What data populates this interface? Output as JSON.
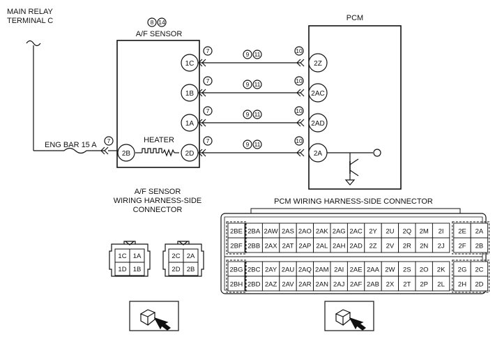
{
  "labels": {
    "main_relay_line1": "MAIN RELAY",
    "main_relay_line2": "TERMINAL C",
    "af_sensor_title": "A/F SENSOR",
    "pcm_title": "PCM",
    "fuse": "ENG BAR 15 A",
    "heater": "HEATER",
    "af_conn_line1": "A/F SENSOR",
    "af_conn_line2": "WIRING HARNESS-SIDE",
    "af_conn_line3": "CONNECTOR",
    "pcm_conn_title": "PCM WIRING HARNESS-SIDE CONNECTOR"
  },
  "circled_refs": {
    "af_title": [
      "8",
      "14"
    ],
    "sensor_side": "7",
    "wire": [
      "9",
      "11"
    ],
    "pcm_side": "10",
    "fuse": "7"
  },
  "sensor_pins": [
    "1C",
    "1B",
    "1A",
    "2D"
  ],
  "heater_pin": "2B",
  "pcm_pins": [
    "2Z",
    "2AC",
    "2AD",
    "2A"
  ],
  "af_connectors": [
    [
      [
        "1C",
        "1A"
      ],
      [
        "1D",
        "1B"
      ]
    ],
    [
      [
        "2C",
        "2A"
      ],
      [
        "2D",
        "2B"
      ]
    ]
  ],
  "pcm_connector": {
    "upper_left": [
      "2BE",
      "2BF"
    ],
    "upper_main": [
      [
        "2BA",
        "2AW",
        "2AS",
        "2AO",
        "2AK",
        "2AG",
        "2AC",
        "2Y",
        "2U",
        "2Q",
        "2M",
        "2I"
      ],
      [
        "2BB",
        "2AX",
        "2AT",
        "2AP",
        "2AL",
        "2AH",
        "2AD",
        "2Z",
        "2V",
        "2R",
        "2N",
        "2J"
      ]
    ],
    "upper_right": [
      [
        "2E",
        "2A"
      ],
      [
        "2F",
        "2B"
      ]
    ],
    "lower_left": [
      "2BG",
      "2BH"
    ],
    "lower_main": [
      [
        "2BC",
        "2AY",
        "2AU",
        "2AQ",
        "2AM",
        "2AI",
        "2AE",
        "2AA",
        "2W",
        "2S",
        "2O",
        "2K"
      ],
      [
        "2BD",
        "2AZ",
        "2AV",
        "2AR",
        "2AN",
        "2AJ",
        "2AF",
        "2AB",
        "2X",
        "2T",
        "2P",
        "2L"
      ]
    ],
    "lower_right": [
      [
        "2G",
        "2C"
      ],
      [
        "2H",
        "2D"
      ]
    ]
  }
}
